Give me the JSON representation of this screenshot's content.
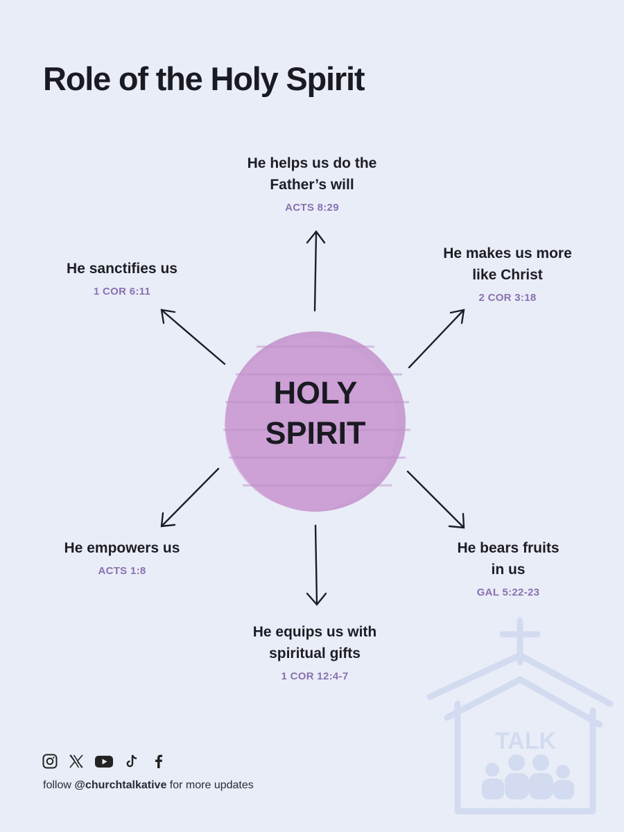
{
  "title": "Role of the Holy Spirit",
  "center": {
    "line1": "HOLY",
    "line2": "SPIRIT",
    "color": "#c79ad0"
  },
  "nodes": [
    {
      "label_lines": [
        "He helps us do the",
        "Father’s will"
      ],
      "ref": "ACTS 8:29"
    },
    {
      "label_lines": [
        "He makes us more",
        "like Christ"
      ],
      "ref": "2 COR 3:18"
    },
    {
      "label_lines": [
        "He bears fruits",
        "in us"
      ],
      "ref": "GAL 5:22-23"
    },
    {
      "label_lines": [
        "He equips us with",
        "spiritual gifts"
      ],
      "ref": "1 COR 12:4-7"
    },
    {
      "label_lines": [
        "He empowers us"
      ],
      "ref": "ACTS 1:8"
    },
    {
      "label_lines": [
        "He sanctifies us"
      ],
      "ref": "1 COR 6:11"
    }
  ],
  "footer": {
    "icons": [
      "instagram-icon",
      "x-icon",
      "youtube-icon",
      "tiktok-icon",
      "facebook-icon"
    ],
    "text_prefix": "follow",
    "handle": "@churchtalkative",
    "text_suffix": "for more updates"
  },
  "watermark": {
    "text": "TALK"
  },
  "colors": {
    "background": "#e9edf7",
    "ref": "#8a70b0",
    "blob": "#c79ad0"
  }
}
